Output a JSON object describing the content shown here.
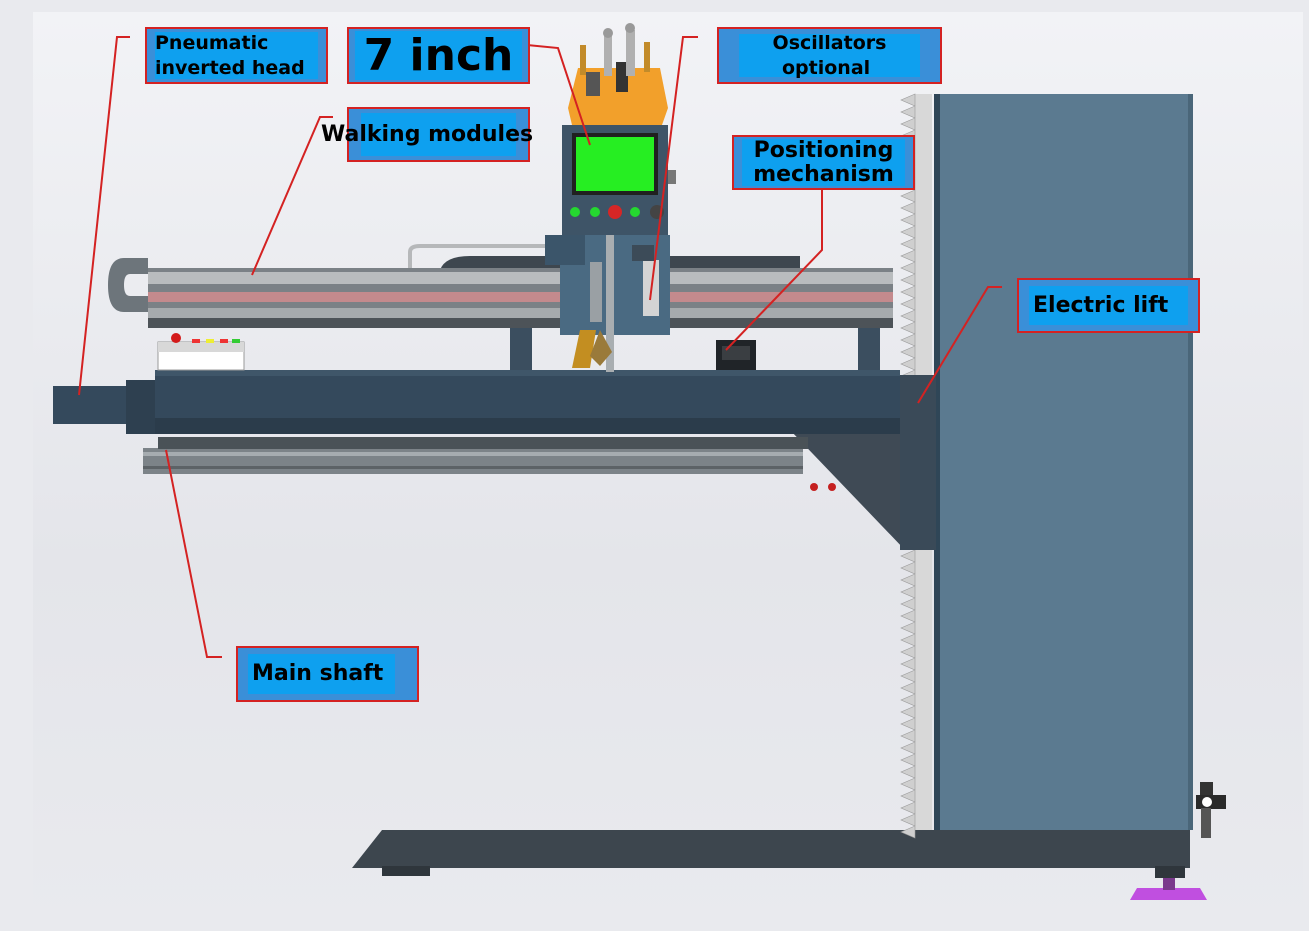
{
  "labels": {
    "pneumatic_head": [
      "Pneumatic",
      "inverted head"
    ],
    "screen_size": "7 inch",
    "oscillators": [
      "Oscillators",
      "optional"
    ],
    "walking_modules": "Walking modules",
    "positioning": [
      "Positioning",
      "mechanism"
    ],
    "electric_lift": "Electric lift",
    "main_shaft": "Main shaft"
  },
  "colors": {
    "label_border": "#d42222",
    "label_fill": "#0ea0ef",
    "leader_line": "#d42222",
    "column": "#5b7a90",
    "beam": "#34495c",
    "screen": "#26ee22"
  }
}
